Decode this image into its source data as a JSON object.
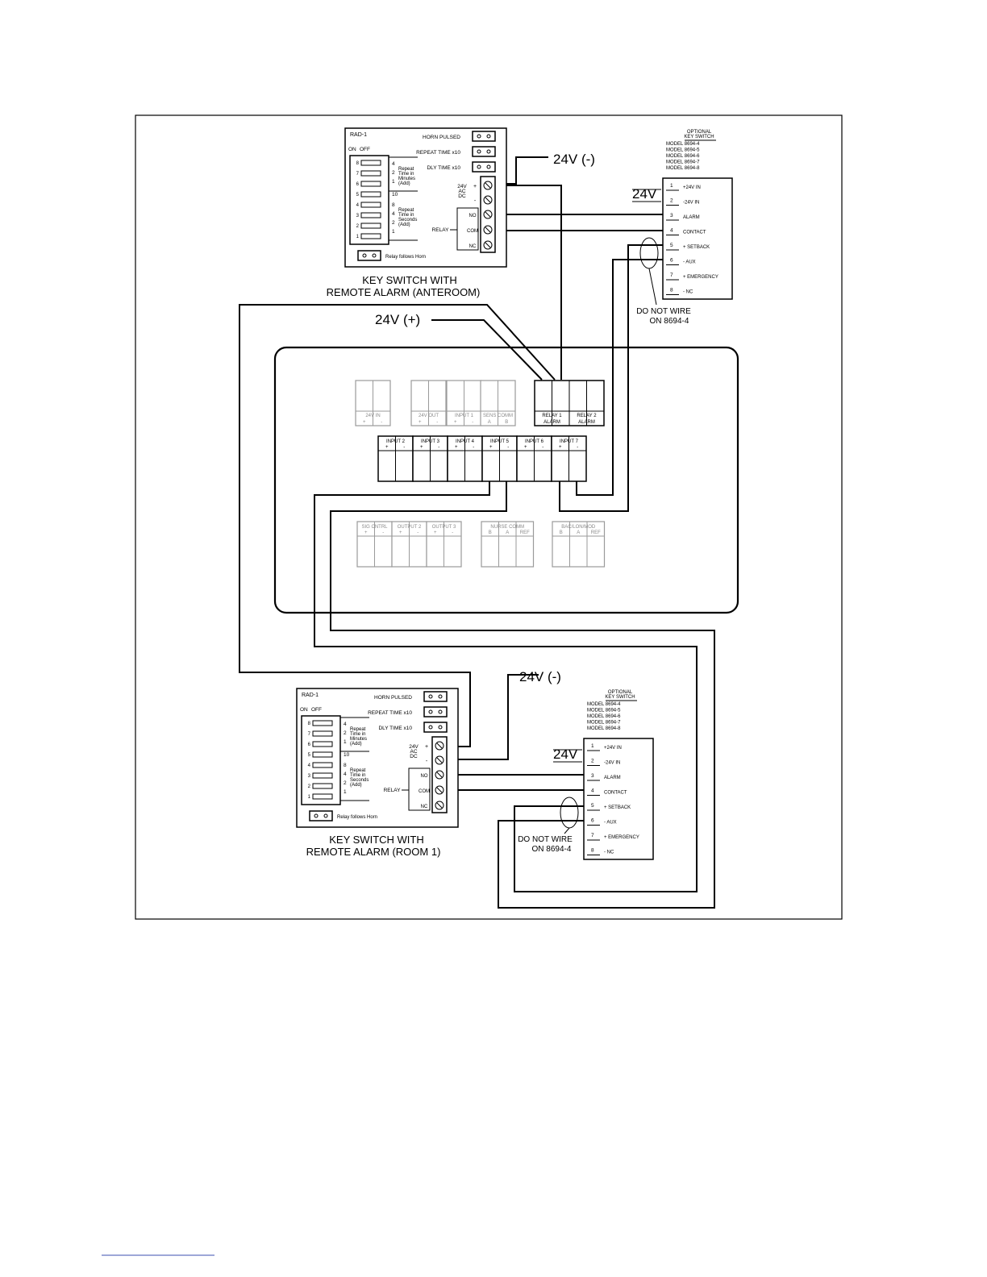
{
  "rad_module": {
    "name": "RAD-1",
    "jumpers": [
      "HORN PULSED",
      "REPEAT TIME x10",
      "DLY TIME x10"
    ],
    "dip_on": "ON",
    "dip_off": "OFF",
    "dip_numbers": [
      "8",
      "7",
      "6",
      "5",
      "4",
      "3",
      "2",
      "1"
    ],
    "weights_top": [
      "4",
      "2",
      "1"
    ],
    "weights_bottom": [
      "8",
      "4",
      "2",
      "1"
    ],
    "weight_ten": "10",
    "minutes_label": [
      "Repeat",
      "Time in",
      "Minutes",
      "(Add)"
    ],
    "seconds_label": [
      "Repeat",
      "Time in",
      "Seconds",
      "(Add)"
    ],
    "power_label": [
      "24V",
      "AC",
      "DC"
    ],
    "plus": "+",
    "minus": "-",
    "relay_label": "RELAY",
    "relay_terms": [
      "NO",
      "COM",
      "NC"
    ],
    "relay_follows": "Relay follows Horn"
  },
  "top_caption": [
    "KEY SWITCH WITH",
    "REMOTE ALARM (ANTEROOM)"
  ],
  "bottom_caption": [
    "KEY SWITCH WITH",
    "REMOTE ALARM (ROOM 1)"
  ],
  "key_switch": {
    "header": [
      "OPTIONAL",
      "KEY SWITCH"
    ],
    "models": [
      "MODEL 8694-4",
      "MODEL 8694-5",
      "MODEL 8694-6",
      "MODEL 8694-7",
      "MODEL 8694-8"
    ],
    "supply_label": "24V",
    "terminals": [
      {
        "num": "1",
        "label": "+24V IN"
      },
      {
        "num": "2",
        "label": "-24V IN"
      },
      {
        "num": "3",
        "label": "ALARM"
      },
      {
        "num": "4",
        "label": "CONTACT"
      },
      {
        "num": "5",
        "label": "+ SETBACK"
      },
      {
        "num": "6",
        "label": "- AUX"
      },
      {
        "num": "7",
        "label": "+ EMERGENCY"
      },
      {
        "num": "8",
        "label": "- NC"
      }
    ]
  },
  "callouts": {
    "minus_24v": "24V (-)",
    "plus_24v": "24V (+)",
    "do_not_wire": [
      "DO NOT WIRE",
      "ON 8694-4"
    ]
  },
  "controller": {
    "row1": [
      {
        "label": "24V IN",
        "polarity": [
          "+",
          "-"
        ]
      },
      {
        "label": "24V OUT",
        "polarity": [
          "+",
          "-"
        ]
      },
      {
        "label": "INPUT 1",
        "polarity": [
          "+",
          "-"
        ]
      },
      {
        "label": "SENS COMM",
        "polarity": [
          "A",
          "B"
        ]
      }
    ],
    "relays": [
      {
        "line1": "RELAY 1",
        "line2": "ALARM"
      },
      {
        "line1": "RELAY 2",
        "line2": "ALARM"
      }
    ],
    "inputs": [
      {
        "label": "INPUT 2",
        "polarity": [
          "+",
          "-"
        ]
      },
      {
        "label": "INPUT 3",
        "polarity": [
          "+",
          "-"
        ]
      },
      {
        "label": "INPUT 4",
        "polarity": [
          "+",
          "-"
        ]
      },
      {
        "label": "INPUT 5",
        "polarity": [
          "+",
          "-"
        ]
      },
      {
        "label": "INPUT 6",
        "polarity": [
          "+",
          "-"
        ]
      },
      {
        "label": "INPUT 7",
        "polarity": [
          "+",
          "-"
        ]
      }
    ],
    "row3": [
      {
        "label": "SIG CNTRL",
        "polarity": [
          "+",
          "-"
        ]
      },
      {
        "label": "OUTPUT 2",
        "polarity": [
          "+",
          "-"
        ]
      },
      {
        "label": "OUTPUT 3",
        "polarity": [
          "+",
          "-"
        ]
      }
    ],
    "comm_blocks": [
      {
        "label": "NURSE COMM",
        "terms": [
          "B",
          "A",
          "REF"
        ]
      },
      {
        "label": "BAC/LON/MOD",
        "terms": [
          "B",
          "A",
          "REF"
        ]
      }
    ]
  }
}
